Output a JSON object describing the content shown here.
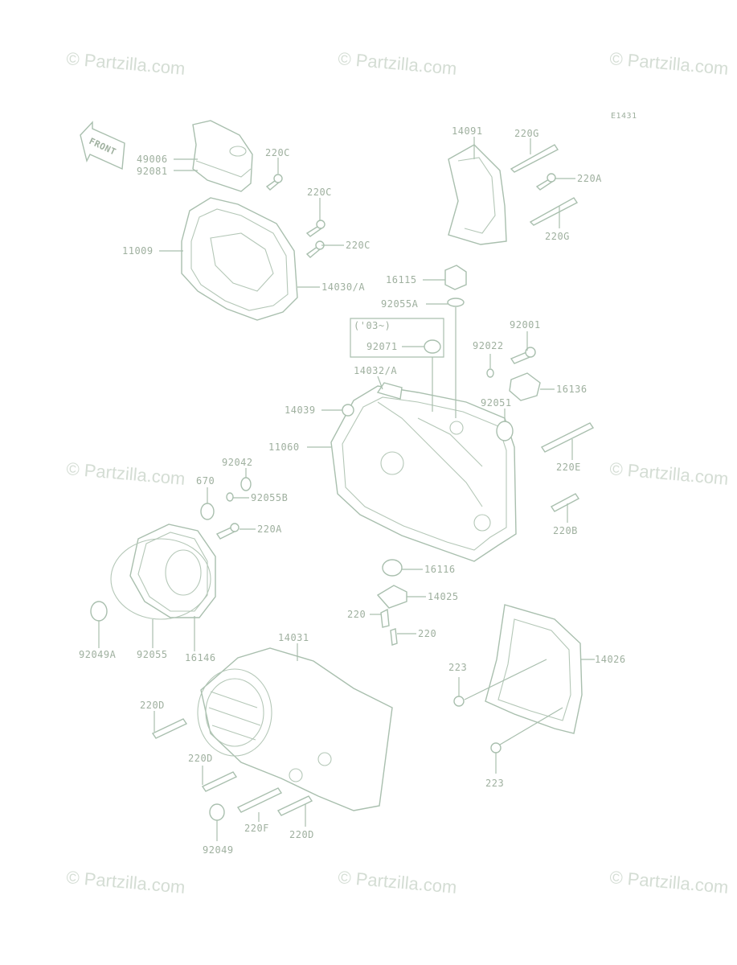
{
  "diagram": {
    "code": "E1431",
    "watermark": "© Partzilla.com",
    "front_label": "FRONT",
    "year_note": "('03~)",
    "labels": {
      "p49006": "49006",
      "p92081": "92081",
      "p220c_a": "220C",
      "p220c_b": "220C",
      "p220c_c": "220C",
      "p11009": "11009",
      "p14030a": "14030/A",
      "p14091": "14091",
      "p220g_a": "220G",
      "p220a_a": "220A",
      "p220g_b": "220G",
      "p16115": "16115",
      "p92055a": "92055A",
      "p92071": "92071",
      "p92001": "92001",
      "p92022": "92022",
      "p14032a": "14032/A",
      "p16136": "16136",
      "p14039": "14039",
      "p92051": "92051",
      "p11060": "11060",
      "p220e": "220E",
      "p92042": "92042",
      "p670": "670",
      "p92055b": "92055B",
      "p220a_b": "220A",
      "p220b": "220B",
      "p16116": "16116",
      "p14025a": "14025",
      "p220_a": "220",
      "p220_b": "220",
      "p14031": "14031",
      "p14026": "14026",
      "p92049a": "92049A",
      "p92055": "92055",
      "p16146": "16146",
      "p223_a": "223",
      "p223_b": "223",
      "p220d_a": "220D",
      "p220d_b": "220D",
      "p220d_c": "220D",
      "p220f": "220F",
      "p92049": "92049"
    }
  }
}
